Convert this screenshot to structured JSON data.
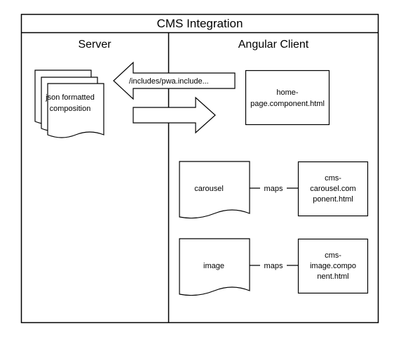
{
  "title": "CMS Integration",
  "lanes": {
    "server": "Server",
    "client": "Angular Client"
  },
  "server_doc": {
    "label_line1": "json formatted",
    "label_line2": "composition"
  },
  "request_arrow": {
    "label": "/includes/pwa.include..."
  },
  "home_component": {
    "line1": "home-",
    "line2": "page.component.html"
  },
  "mappings": [
    {
      "source": "carousel",
      "relation": "maps",
      "target_line1": "cms-",
      "target_line2": "carousel.com",
      "target_line3": "ponent.html"
    },
    {
      "source": "image",
      "relation": "maps",
      "target_line1": "cms-",
      "target_line2": "image.compo",
      "target_line3": "nent.html"
    }
  ]
}
